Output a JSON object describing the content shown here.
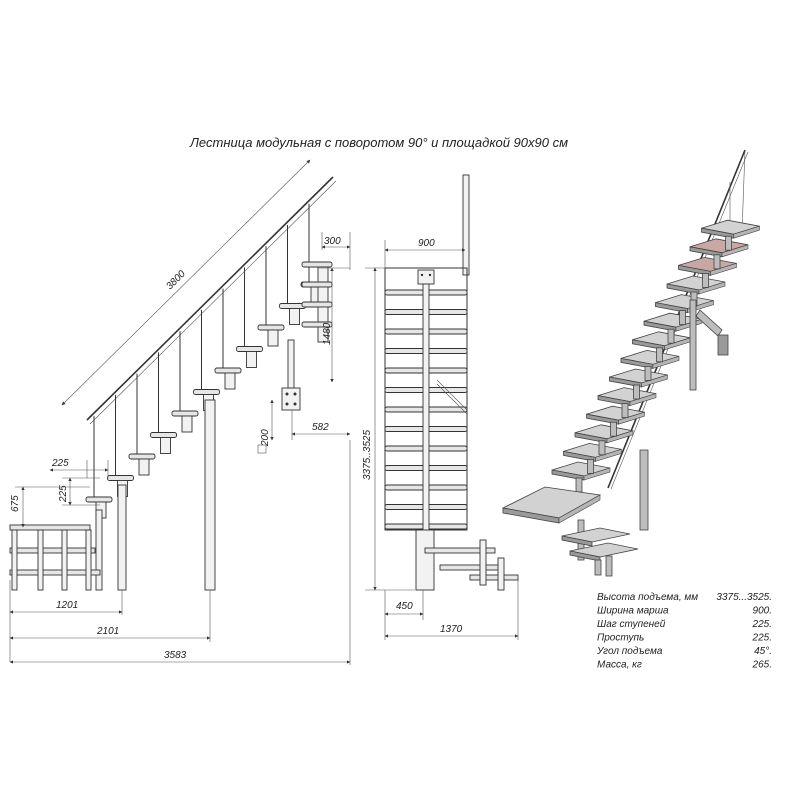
{
  "title": "Лестница модульная с поворотом 90° и площадкой 90х90 см",
  "side_view": {
    "dims": {
      "rail_length": "3800",
      "step_300": "300",
      "height_1480": "1480",
      "bracket_200": "200",
      "offset_582": "582",
      "step_225_h": "225",
      "step_225_v": "225",
      "height_675": "675",
      "len_1201": "1201",
      "len_2101": "2101",
      "len_3583": "3583"
    }
  },
  "front_view": {
    "dims": {
      "width_900": "900",
      "height_range": "3375..3525",
      "len_450": "450",
      "len_1370": "1370"
    }
  },
  "specs": [
    {
      "label": "Высота подъема, мм",
      "value": "3375...3525."
    },
    {
      "label": "Ширина марша",
      "value": "900."
    },
    {
      "label": "Шаг ступеней",
      "value": "225."
    },
    {
      "label": "Проступь",
      "value": "225."
    },
    {
      "label": "Угол подъема",
      "value": "45°."
    },
    {
      "label": "Масса, кг",
      "value": "265."
    }
  ]
}
